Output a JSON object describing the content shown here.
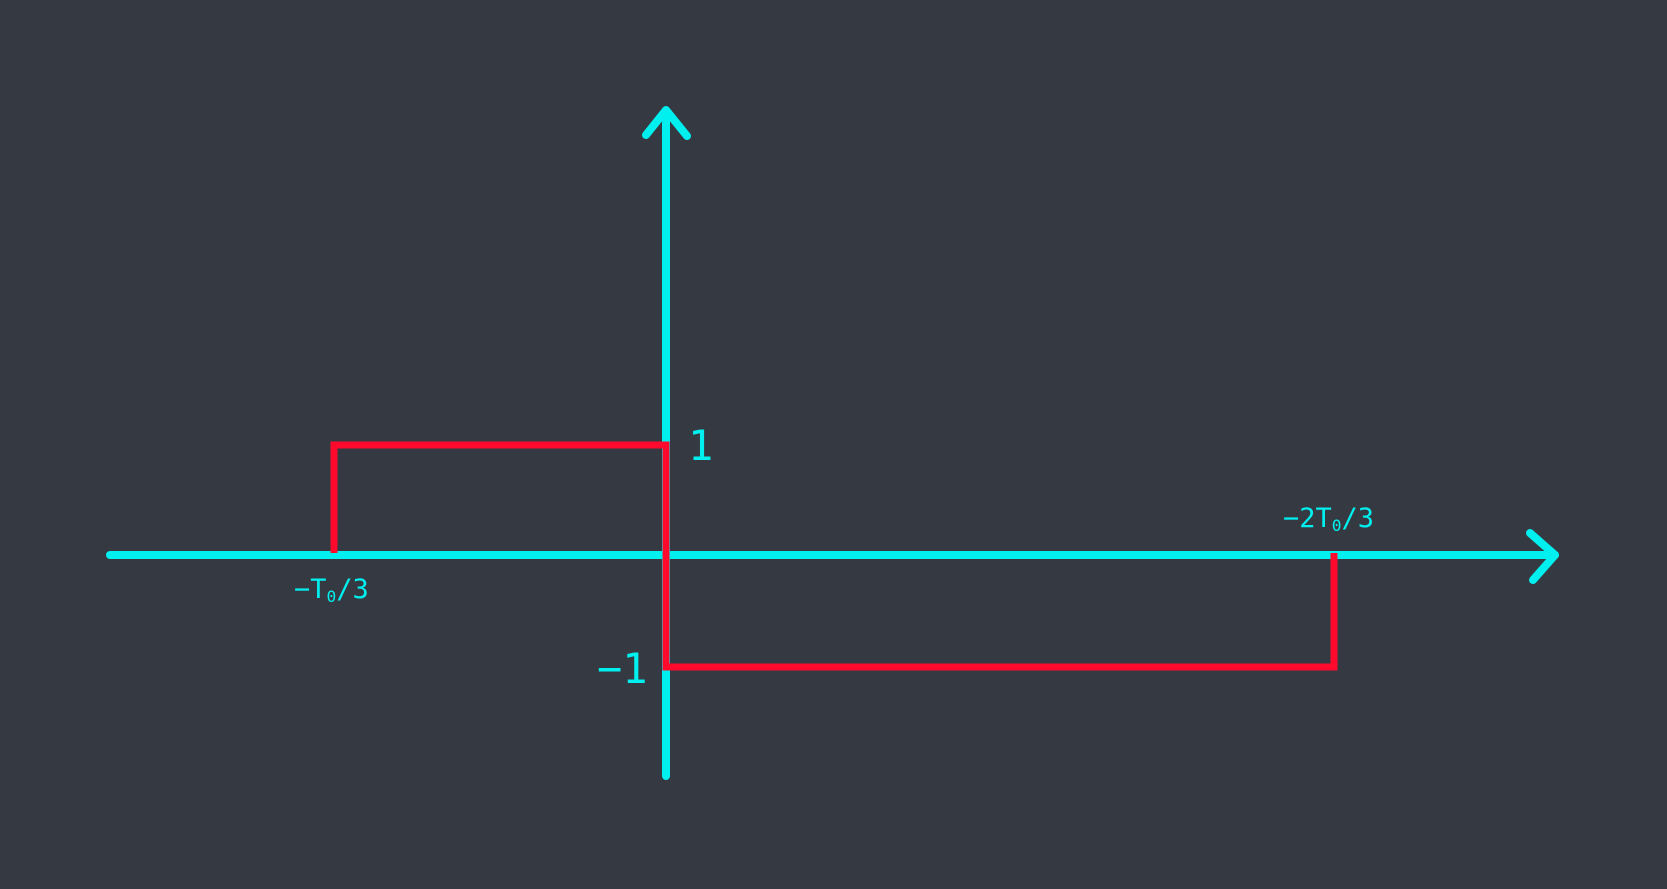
{
  "colors": {
    "background": "#353a42",
    "axis": "#00f0f0",
    "signal": "#ff0a2d"
  },
  "labels": {
    "y_pos": "1",
    "y_neg": "−1",
    "x_left": {
      "prefix": "−T",
      "sub": "0",
      "suffix": "/3"
    },
    "x_right": {
      "prefix": "−2T",
      "sub": "0",
      "suffix": "/3"
    }
  },
  "signal": {
    "levels": [
      1,
      -1
    ],
    "segments": [
      {
        "from": "-T0/3",
        "to": "0",
        "value": 1
      },
      {
        "from": "0",
        "to": "-2T0/3",
        "value": -1
      }
    ]
  }
}
